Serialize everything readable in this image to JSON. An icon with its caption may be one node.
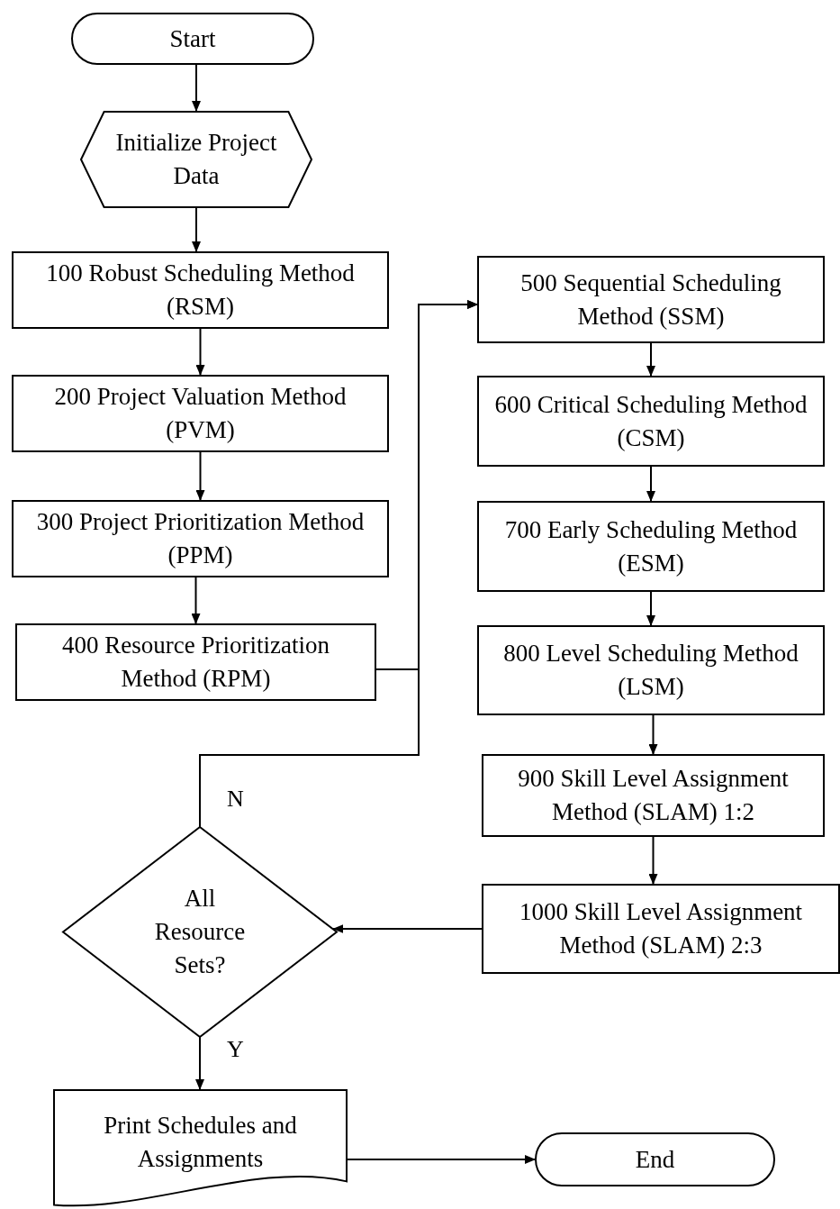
{
  "diagram": {
    "nodes": [
      {
        "text": [
          "Start"
        ]
      },
      {
        "text": [
          "Initialize Project Data"
        ]
      },
      {
        "text": [
          "100 Robust Scheduling Method (RSM)"
        ]
      },
      {
        "text": [
          "200 Project Valuation Method (PVM)"
        ]
      },
      {
        "text": [
          "300 Project Prioritization Method (PPM)"
        ]
      },
      {
        "text": [
          "400 Resource Prioritization Method (RPM)"
        ]
      },
      {
        "text": [
          "500 Sequential Scheduling Method (SSM)"
        ]
      },
      {
        "text": [
          "600 Critical Scheduling Method (CSM)"
        ]
      },
      {
        "text": [
          "700 Early Scheduling Method (ESM)"
        ]
      },
      {
        "text": [
          "800 Level Scheduling Method (LSM)"
        ]
      },
      {
        "text": [
          "900 Skill Level Assignment Method (SLAM) 1:2"
        ]
      },
      {
        "text": [
          "1000 Skill Level Assignment Method (SLAM) 2:3"
        ]
      },
      {
        "text": [
          "All Resource Sets?"
        ]
      },
      {
        "text": [
          "Print Schedules and Assignments"
        ]
      },
      {
        "text": [
          "End"
        ]
      }
    ],
    "edges": [
      {
        "from": 0,
        "to": 1,
        "arrow": "to"
      },
      {
        "from": 1,
        "to": 2,
        "arrow": "to"
      },
      {
        "from": 2,
        "to": 3,
        "arrow": "to"
      },
      {
        "from": 3,
        "to": 4,
        "arrow": "to"
      },
      {
        "from": 4,
        "to": 5,
        "arrow": "to"
      },
      {
        "from": 5,
        "to": 6,
        "arrow": "to"
      },
      {
        "from": 12,
        "to": 6,
        "arrow": "to",
        "label": "N"
      },
      {
        "from": 6,
        "to": 7,
        "arrow": "to"
      },
      {
        "from": 7,
        "to": 8,
        "arrow": "to"
      },
      {
        "from": 8,
        "to": 9,
        "arrow": "to"
      },
      {
        "from": 9,
        "to": 10,
        "arrow": "to"
      },
      {
        "from": 10,
        "to": 11,
        "arrow": "to"
      },
      {
        "from": 11,
        "to": 12,
        "arrow": "to"
      },
      {
        "from": 12,
        "to": 13,
        "arrow": "to",
        "label": "Y"
      },
      {
        "from": 13,
        "to": 14,
        "arrow": "to"
      }
    ]
  }
}
